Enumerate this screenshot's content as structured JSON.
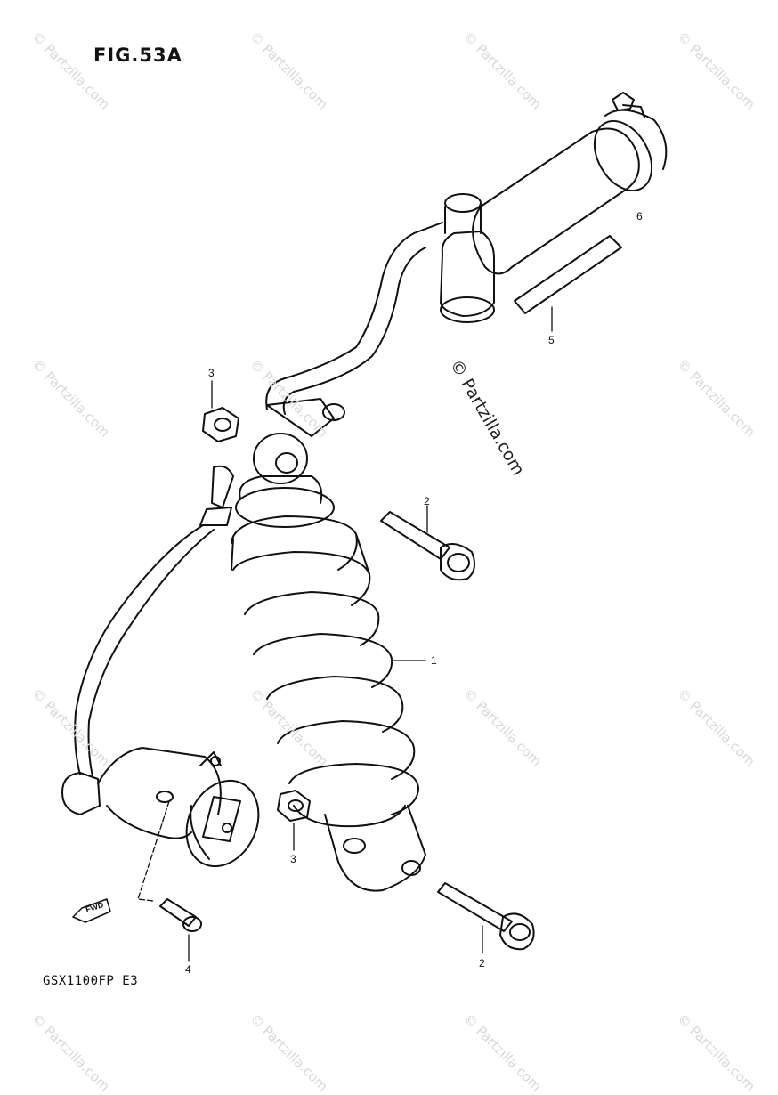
{
  "figure_title": "FIG.53A",
  "model_code": "GSX1100FP E3",
  "watermark": "© Partzilla.com",
  "fwd_label": "FWD",
  "callouts": {
    "c1": "1",
    "c2a": "2",
    "c2b": "2",
    "c3a": "3",
    "c3b": "3",
    "c4": "4",
    "c5": "5",
    "c6": "6"
  },
  "colors": {
    "ink": "#111111",
    "watermark": "#d8d8d8"
  }
}
